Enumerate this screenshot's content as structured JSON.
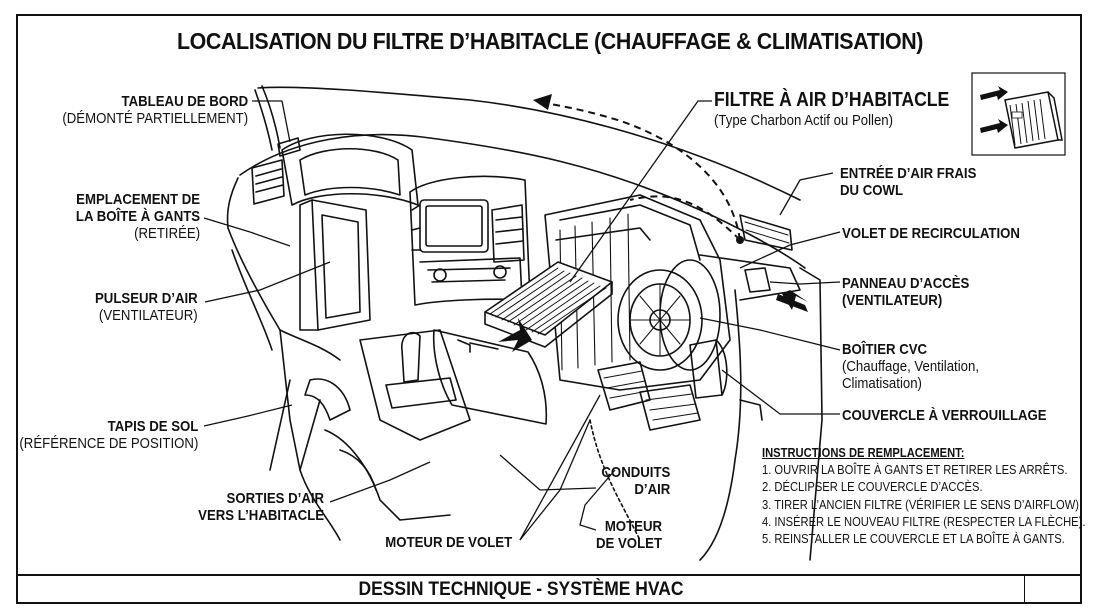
{
  "title": "LOCALISATION DU FILTRE D’HABITACLE (CHAUFFAGE & CLIMATISATION)",
  "footer": "DESSIN TECHNIQUE - SYSTÈME HVAC",
  "labels": {
    "dashboard": {
      "main": "TABLEAU DE BORD",
      "sub": "(DÉMONTÉ PARTIELLEMENT)"
    },
    "glovebox": {
      "main1": "EMPLACEMENT DE",
      "main2": "LA BOÎTE À GANTS",
      "sub": "(RETIRÉE)"
    },
    "blower": {
      "main": "PULSEUR D’AIR",
      "sub": "(VENTILATEUR)"
    },
    "floormat": {
      "main": "TAPIS DE SOL",
      "sub": "(RÉFÉRENCE DE POSITION)"
    },
    "outlets": {
      "main1": "SORTIES D’AIR",
      "main2": "VERS L’HABITACLE"
    },
    "door_motor": {
      "main": "MOTEUR DE VOLET"
    },
    "ducts": {
      "main1": "CONDUITS",
      "main2": "D’AIR"
    },
    "door_motor2": {
      "main1": "MOTEUR",
      "main2": "DE VOLET"
    },
    "filter": {
      "main": "FILTRE À AIR D’HABITACLE",
      "sub": "(Type Charbon Actif ou Pollen)"
    },
    "cowl": {
      "main1": "ENTRÉE D’AIR FRAIS",
      "main2": "DU COWL"
    },
    "recirc": {
      "main": "VOLET DE RECIRCULATION"
    },
    "access_panel": {
      "main1": "PANNEAU D’ACCÈS",
      "main2": "(VENTILATEUR)"
    },
    "hvac_box": {
      "main": "BOÎTIER CVC",
      "sub1": "(Chauffage, Ventilation,",
      "sub2": "Climatisation)"
    },
    "cover": {
      "main": "COUVERCLE À VERROUILLAGE"
    }
  },
  "instructions": {
    "heading": "INSTRUCTIONS DE REMPLACEMENT:",
    "steps": [
      "1. OUVRIR LA BOÎTE À GANTS ET RETIRER LES ARRÊTS.",
      "2. DÉCLIPSER LE COUVERCLE D’ACCÈS.",
      "3. TIRER L’ANCIEN FILTRE (VÉRIFIER LE SENS D’AIRFLOW).",
      "4. INSÉRER LE NOUVEAU FILTRE (RESPECTER LA FLÈCHE).",
      "5. REINSTALLER LE COUVERCLE ET LA BOÎTE À GANTS."
    ]
  }
}
